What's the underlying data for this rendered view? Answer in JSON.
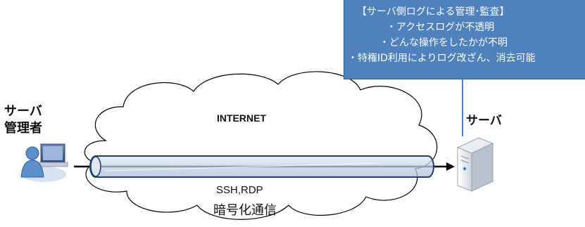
{
  "callout": {
    "title": "【サーバ側ログによる管理･監査】",
    "items": [
      "・アクセスログが不透明",
      "・どんな操作をしたかが不明",
      "・特権ID利用によりログ改ざん、消去可能"
    ]
  },
  "admin": {
    "line1": "サーバ",
    "line2": "管理者"
  },
  "server": {
    "label": "サーバ"
  },
  "network": {
    "internet": "INTERNET",
    "protocol": "SSH,RDP",
    "encryption": "暗号化通信"
  },
  "colors": {
    "callout_fill": "#4f81bd",
    "tunnel_fill": "#c6d4e6",
    "tunnel_stroke": "#1f3f73",
    "cloud_stroke": "#000000",
    "user_icon": "#5b8fd0"
  },
  "icons": {
    "admin": "user-at-computer-icon",
    "server": "server-tower-icon"
  }
}
